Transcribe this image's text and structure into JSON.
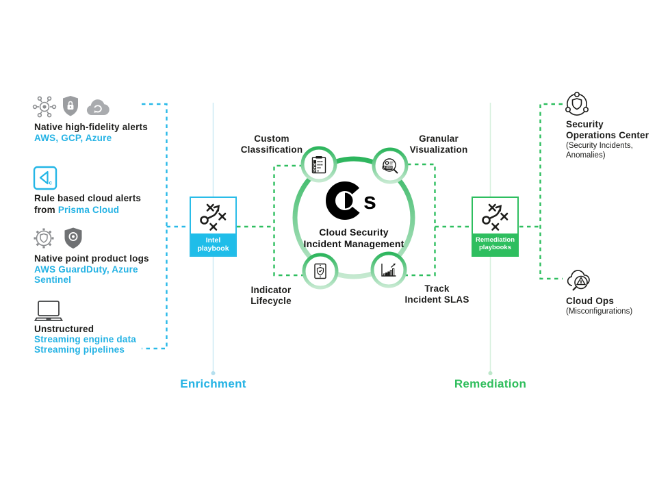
{
  "colors": {
    "cyan_accent": "#23B2E4",
    "cyan_bar": "#1FBDE9",
    "green_accent": "#2EBE5F",
    "dark_text": "#1D1D1B",
    "gray_icon": "#8A8C8F"
  },
  "sources": [
    {
      "icons": [
        "hub-alert-icon",
        "shield-lock-icon",
        "cloud-sync-icon"
      ],
      "title": "Native high-fidelity alerts",
      "subtitle": "AWS, GCP, Azure"
    },
    {
      "icons": [
        "prisma-cloud-icon"
      ],
      "title": "Rule based cloud alerts",
      "prefix": "from",
      "highlight": "Prisma Cloud"
    },
    {
      "icons": [
        "gear-shield-icon",
        "shield-eye-icon"
      ],
      "title": "Native point product logs",
      "subtitle_line1": "AWS GuardDuty, Azure",
      "subtitle_line2": "Sentinel"
    },
    {
      "icons": [
        "laptop-icon"
      ],
      "title": "Unstructured",
      "subtitle_line1": "Streaming engine data",
      "subtitle_line2": "Streaming pipelines"
    }
  ],
  "intel_playbook": {
    "line1": "Intel",
    "line2": "playbook"
  },
  "remediation_playbooks": {
    "line1": "Remediation",
    "line2": "playbooks"
  },
  "center": {
    "logo_text": "s",
    "title_line1": "Cloud Security",
    "title_line2": "Incident Management"
  },
  "capabilities": [
    {
      "line1": "Custom",
      "line2": "Classification"
    },
    {
      "line1": "Granular",
      "line2": "Visualization"
    },
    {
      "line1": "Indicator",
      "line2": "Lifecycle"
    },
    {
      "line1": "Track",
      "line2": "Incident SLAS"
    }
  ],
  "outputs": [
    {
      "title_line1": "Security",
      "title_line2": "Operations Center",
      "subtitle_line1": "(Security Incidents,",
      "subtitle_line2": "Anomalies)"
    },
    {
      "title_line1": "Cloud Ops",
      "subtitle_line1": "(Misconfigurations)"
    }
  ],
  "lanes": {
    "enrichment": "Enrichment",
    "remediation": "Remediation"
  }
}
